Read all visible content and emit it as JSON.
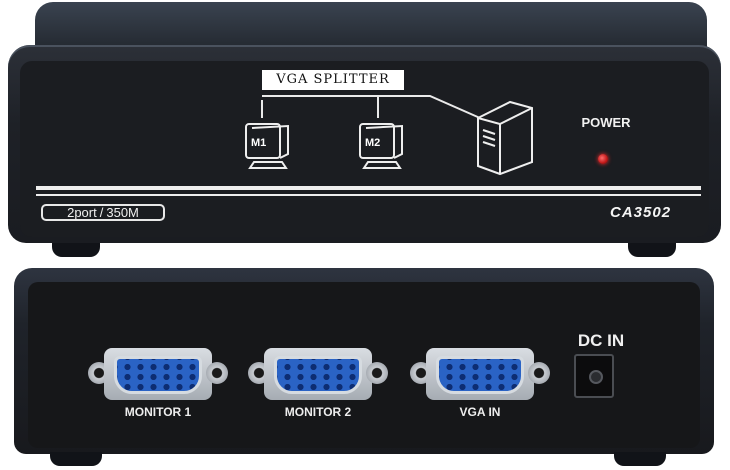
{
  "top_unit": {
    "diagram_label": "VGA SPLITTER",
    "monitor_1_label": "M1",
    "monitor_2_label": "M2",
    "power_label": "POWER",
    "spec_ports": "2port",
    "spec_bandwidth": "350M",
    "model": "CA3502",
    "led_color": "#d01c1c"
  },
  "bottom_unit": {
    "ports": [
      {
        "label": "MONITOR 1"
      },
      {
        "label": "MONITOR 2"
      },
      {
        "label": "VGA IN"
      }
    ],
    "dc_label": "DC IN",
    "connector_color": "#2a63c5"
  }
}
